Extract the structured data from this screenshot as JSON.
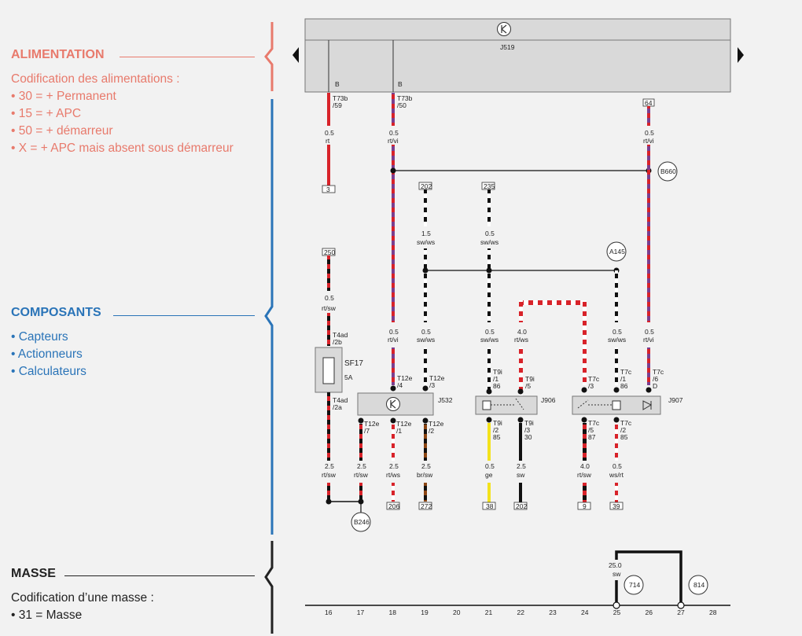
{
  "legend": {
    "alimentation": {
      "title": "ALIMENTATION",
      "desc_title": "Codification des alimentations :",
      "items": [
        "• 30 = + Permanent",
        "• 15 = + APC",
        "• 50 = + démarreur",
        "• X = + APC mais absent sous démarreur"
      ],
      "color": "#e87a6c"
    },
    "composants": {
      "title": "COMPOSANTS",
      "items": [
        "• Capteurs",
        "• Actionneurs",
        "• Calculateurs"
      ],
      "color": "#2a74b8"
    },
    "masse": {
      "title": "MASSE",
      "desc_title": "Codification d’une masse :",
      "items": [
        "• 31 = Masse"
      ],
      "color": "#222222"
    }
  },
  "diagram": {
    "top_unit": {
      "label": "J519",
      "pins": [
        "B",
        "B"
      ]
    },
    "connectors": {
      "t73b59": [
        "T73b",
        "/59"
      ],
      "t73b50": [
        "T73b",
        "/50"
      ],
      "box64": "64",
      "box3": "3",
      "box202": "202",
      "box235": "235",
      "box250": "250",
      "b660": "B660",
      "a145": "A145",
      "b246": "B246",
      "n714": "714",
      "n814": "814"
    },
    "wires_top": [
      {
        "size": "0.5",
        "color": "rt"
      },
      {
        "size": "0.5",
        "color": "rt/vi"
      },
      {
        "size": "0.5",
        "color": "rt/vi"
      },
      {
        "size": "1.5",
        "color": "sw/ws"
      },
      {
        "size": "0.5",
        "color": "sw/ws"
      },
      {
        "size": "0.5",
        "color": "rt/sw"
      }
    ],
    "wires_mid": [
      {
        "size": "0.5",
        "color": "rt/vi"
      },
      {
        "size": "0.5",
        "color": "sw/ws"
      },
      {
        "size": "0.5",
        "color": "sw/ws"
      },
      {
        "size": "4.0",
        "color": "rt/ws"
      },
      {
        "size": "0.5",
        "color": "sw/ws"
      },
      {
        "size": "0.5",
        "color": "rt/vi"
      }
    ],
    "fuse": {
      "name": "SF17",
      "rating": "5A",
      "pin_top": [
        "T4ad",
        "/2b"
      ],
      "pin_bottom": [
        "T4ad",
        "/2a"
      ]
    },
    "j532": {
      "label": "J532",
      "pins_top": [
        [
          "T12e",
          "/4"
        ],
        [
          "T12e",
          "/3"
        ]
      ],
      "pins_bottom": [
        [
          "T12e",
          "/7"
        ],
        [
          "T12e",
          "/1"
        ],
        [
          "T12e",
          "/2"
        ]
      ]
    },
    "j906": {
      "label": "J906",
      "pins_top": [
        [
          "T9i",
          "/1",
          "86"
        ],
        [
          "T9i",
          "/5"
        ]
      ],
      "pins_bottom": [
        [
          "T9i",
          "/2",
          "85"
        ],
        [
          "T9i",
          "/3",
          "30"
        ]
      ]
    },
    "j907": {
      "label": "J907",
      "pins_top": [
        [
          "T7c",
          "/3"
        ],
        [
          "T7c",
          "/1",
          "86"
        ],
        [
          "T7c",
          "/6",
          "D"
        ]
      ],
      "pins_bottom": [
        [
          "T7c",
          "/5",
          "87"
        ],
        [
          "T7c",
          "/2",
          "85"
        ]
      ]
    },
    "wires_bottom": [
      {
        "size": "2.5",
        "color": "rt/sw"
      },
      {
        "size": "2.5",
        "color": "rt/sw"
      },
      {
        "size": "2.5",
        "color": "rt/ws"
      },
      {
        "size": "2.5",
        "color": "br/sw"
      },
      {
        "size": "0.5",
        "color": "ge"
      },
      {
        "size": "2.5",
        "color": "sw"
      },
      {
        "size": "4.0",
        "color": "rt/sw"
      },
      {
        "size": "0.5",
        "color": "ws/rt"
      }
    ],
    "bottom_boxes": [
      "206",
      "272",
      "38",
      "202",
      "9",
      "39"
    ],
    "ground_wire": {
      "size": "25.0",
      "color": "sw"
    },
    "track_numbers": [
      "16",
      "17",
      "18",
      "19",
      "20",
      "21",
      "22",
      "23",
      "24",
      "25",
      "26",
      "27",
      "28"
    ]
  }
}
